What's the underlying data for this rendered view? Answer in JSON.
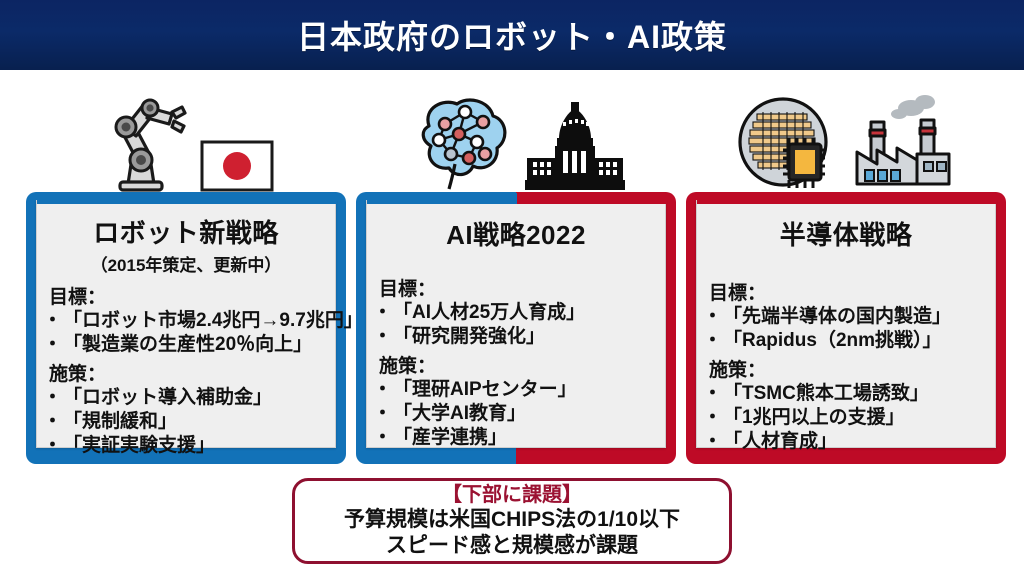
{
  "header": {
    "title": "日本政府のロボット・AI政策",
    "bg_color": "#0b2a68",
    "text_color": "#ffffff"
  },
  "colors": {
    "blue": "#1272b8",
    "red": "#be0a26",
    "card_bg": "#efefef",
    "callout_border": "#8e1030",
    "callout_accent": "#9b1232"
  },
  "columns": [
    {
      "icons": [
        "robot-arm-icon",
        "japan-flag-icon"
      ],
      "frame_style": "solid-blue",
      "title": "ロボット新戦略",
      "subtitle": "（2015年策定、更新中）",
      "goal_label": "目標：",
      "goals": [
        "「ロボット市場2.4兆円→9.7兆円」",
        "「製造業の生産性20％向上」"
      ],
      "policy_label": "施策：",
      "policies": [
        "「ロボット導入補助金」",
        "「規制緩和」",
        "「実証実験支援」"
      ]
    },
    {
      "icons": [
        "ai-brain-network-icon",
        "diet-building-icon"
      ],
      "frame_style": "split",
      "title": "AI戦略2022",
      "subtitle": "",
      "goal_label": "目標：",
      "goals": [
        "「AI人材25万人育成」",
        "「研究開発強化」"
      ],
      "policy_label": "施策：",
      "policies": [
        "「理研AIPセンター」",
        "「大学AI教育」",
        "「産学連携」"
      ]
    },
    {
      "icons": [
        "silicon-wafer-chip-icon",
        "factory-icon"
      ],
      "frame_style": "solid-red",
      "title": "半導体戦略",
      "subtitle": "",
      "goal_label": "目標：",
      "goals": [
        "「先端半導体の国内製造」",
        "「Rapidus（2nm挑戦）」"
      ],
      "policy_label": "施策：",
      "policies": [
        "「TSMC熊本工場誘致」",
        "「1兆円以上の支援」",
        "「人材育成」"
      ]
    }
  ],
  "callout": {
    "line1": "【下部に課題】",
    "line2": "予算規模は米国CHIPS法の1/10以下",
    "line3": "スピード感と規模感が課題"
  }
}
